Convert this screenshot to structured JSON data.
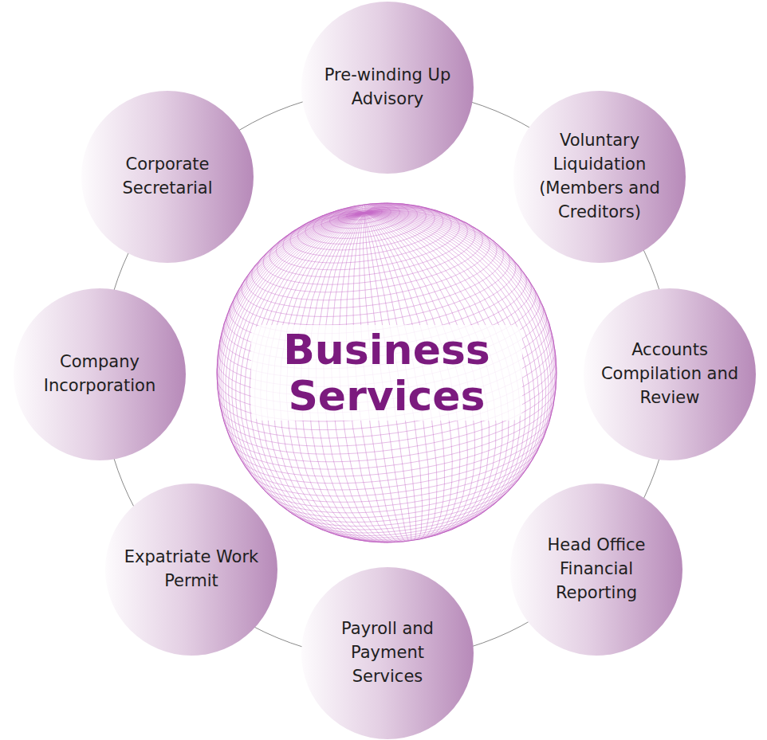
{
  "diagram": {
    "nodes": [
      {
        "text": [
          "Business Services"
        ]
      },
      {
        "text": [
          "Pre-winding Up Advisory"
        ]
      },
      {
        "text": [
          "Voluntary Liquidation (Members and Creditors)"
        ]
      },
      {
        "text": [
          "Accounts Compilation and Review"
        ]
      },
      {
        "text": [
          "Head Office Financial Reporting"
        ]
      },
      {
        "text": [
          "Payroll and Payment Services"
        ]
      },
      {
        "text": [
          "Expatriate Work Permit"
        ]
      },
      {
        "text": [
          "Company Incorporation"
        ]
      },
      {
        "text": [
          "Corporate Secretarial"
        ]
      }
    ]
  }
}
